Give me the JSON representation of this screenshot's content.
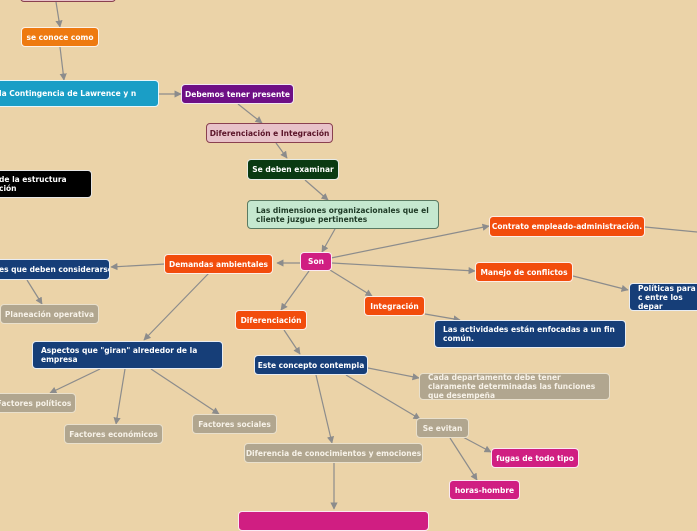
{
  "nodes": {
    "se_conoce_como": "se conoce como",
    "teoria_contingencia": "la Contingencia de Lawrence y n",
    "debemos_tener_presente": "Debemos tener presente",
    "diferenciacion_integracion": "Diferenciación e Integración",
    "se_deben_examinar": "Se deben examinar",
    "estructura": "de la estructura ción",
    "dimensiones": "Las dimensiones organizacionales que el cliente juzgue pertinentes",
    "contrato": "Contrato empleado-administración.",
    "son": "Son",
    "demandas_ambientales": "Demandas ambientales",
    "que_deben_considerarse": "es que deben considerarse",
    "manejo_conflictos": "Manejo de conflictos",
    "politicas": "Políticas para c entre los depar",
    "planeacion_operativa": "Planeación operativa",
    "integracion": "Integración",
    "diferenciacion": "Diferenciación",
    "actividades": "Las actividades están enfocadas a un fin común.",
    "aspectos": "Aspectos que \"giran\" alrededor de la empresa",
    "este_concepto": "Este concepto contempla",
    "cada_departamento": "Cada departamento debe tener claramente determinadas las funciones que desempeña",
    "factores_politicos": "Factores políticos",
    "factores_sociales": "Factores sociales",
    "factores_economicos": "Factores económicos",
    "se_evitan": "Se evitan",
    "diferencia_conocimientos": "Diferencia de conocimientos y emociones",
    "fugas": "fugas de todo tipo",
    "horas_hombre": "horas-hombre"
  },
  "colors": {
    "background": "#ebd3a8",
    "orange": "#ee7a10",
    "teal": "#1a9ec6",
    "purple": "#6e0f85",
    "pink": "#e8c2c9",
    "dark_green": "#0a3a12",
    "mint": "#c5e8cf",
    "red_orange": "#f24c0c",
    "magenta": "#d01e82",
    "navy": "#163e78",
    "gray": "#b1a68f",
    "connector": "#8c8c8c"
  }
}
